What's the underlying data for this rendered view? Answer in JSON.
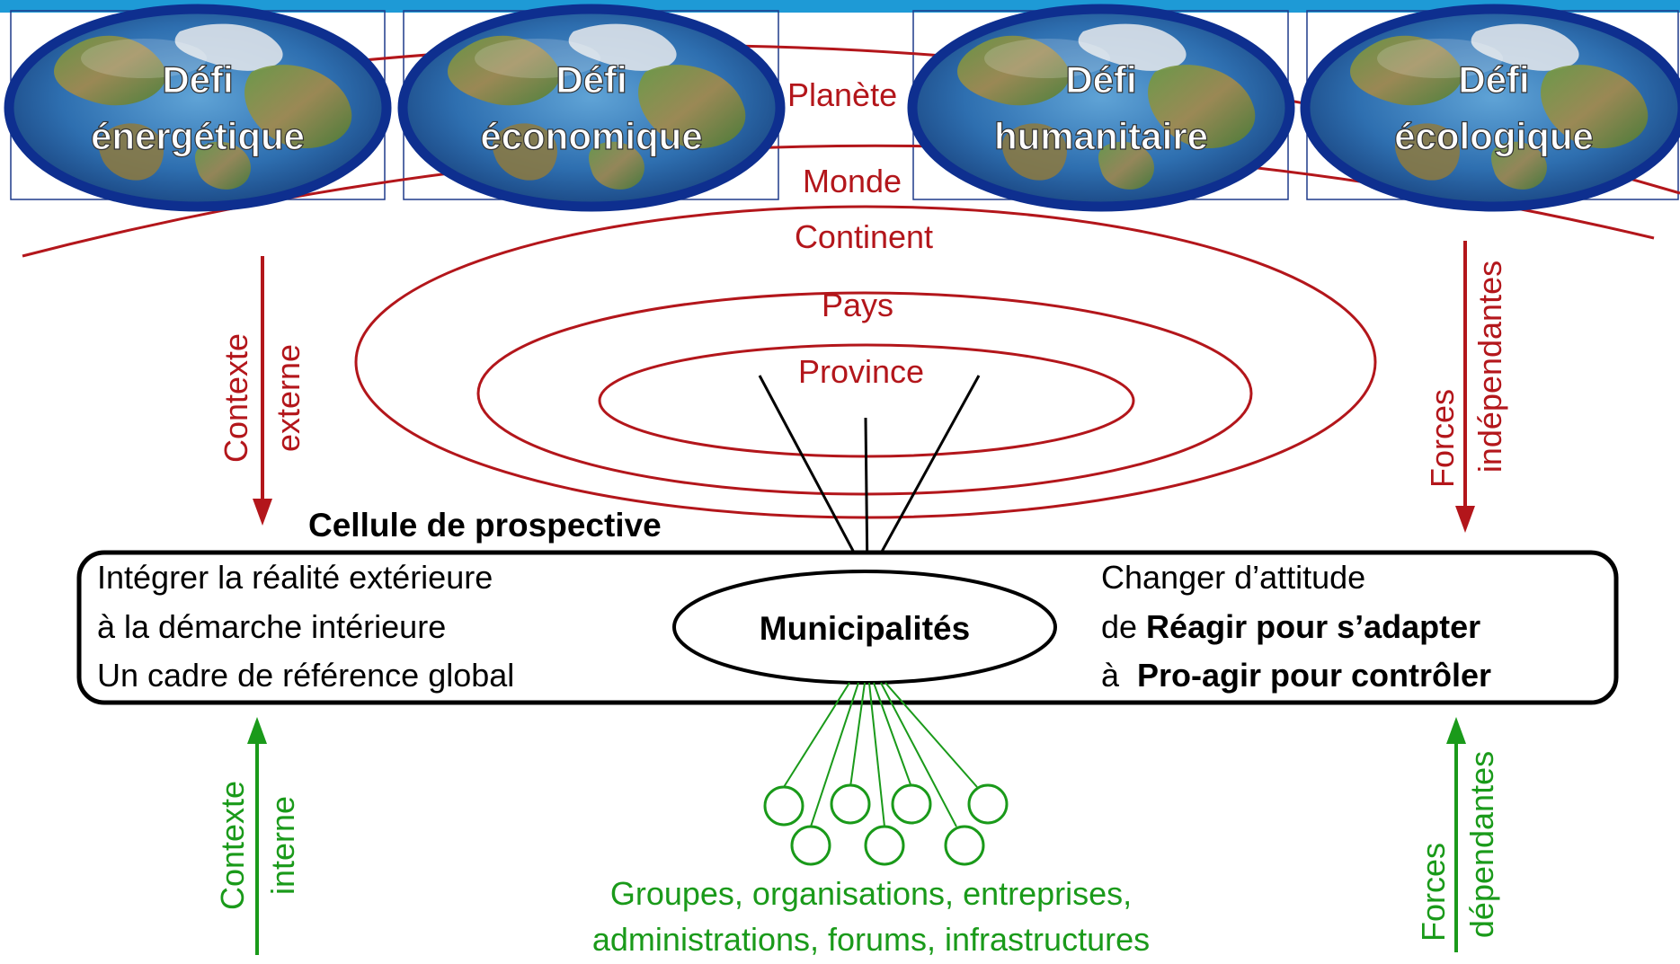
{
  "colors": {
    "top_bar": "#1E9AD6",
    "box_border": "#1F3A8A",
    "globe_rim": "#0E2F8F",
    "red": "#B3161B",
    "green": "#1A9A1A",
    "black": "#000000"
  },
  "challenges": [
    {
      "line1": "Défi",
      "line2": "énergétique"
    },
    {
      "line1": "Défi",
      "line2": "économique"
    },
    {
      "line1": "Défi",
      "line2": "humanitaire"
    },
    {
      "line1": "Défi",
      "line2": "écologique"
    }
  ],
  "levels": {
    "planete": "Planète",
    "monde": "Monde",
    "continent": "Continent",
    "pays": "Pays",
    "province": "Province"
  },
  "left_labels": {
    "external_line1": "Contexte",
    "external_line2": "externe",
    "internal_line1": "Contexte",
    "internal_line2": "interne"
  },
  "right_labels": {
    "independent_line1": "Forces",
    "independent_line2": "indépendantes",
    "dependent_line1": "Forces",
    "dependent_line2": "dépendantes"
  },
  "cell": {
    "title": "Cellule de prospective",
    "left_line1": "Intégrer la réalité extérieure",
    "left_line2": "à la démarche intérieure",
    "left_line3": "Un cadre de référence global",
    "center": "Municipalités",
    "right_line1": "Changer d’attitude",
    "right_line2_prefix": "de ",
    "right_line2_bold": "Réagir pour s’adapter",
    "right_line3_prefix": "à  ",
    "right_line3_bold": "Pro-agir pour contrôler"
  },
  "groups": {
    "line1": "Groupes, organisations, entreprises,",
    "line2": "administrations, forums, infrastructures"
  }
}
